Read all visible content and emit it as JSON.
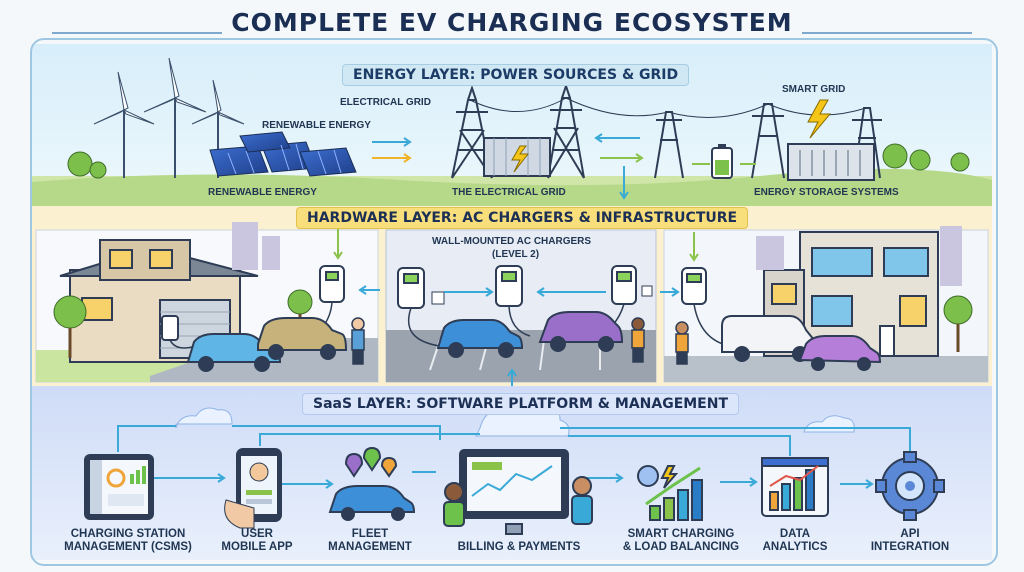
{
  "title": "COMPLETE EV CHARGING ECOSYSTEM",
  "energy_layer": {
    "banner": "ENERGY LAYER: POWER SOURCES & GRID",
    "labels": {
      "electrical_grid_top": "ELECTRICAL GRID",
      "renewable_top": "RENEWABLE ENERGY",
      "smart_grid": "SMART GRID",
      "renewable_bottom": "RENEWABLE ENERGY",
      "electrical_grid_bottom": "THE ELECTRICAL GRID",
      "storage": "ENERGY STORAGE SYSTEMS"
    }
  },
  "hardware_layer": {
    "banner": "HARDWARE LAYER: AC CHARGERS & INFRASTRUCTURE",
    "labels": {
      "wall_mounted_1": "WALL-MOUNTED AC CHARGERS",
      "wall_mounted_2": "(LEVEL 2)"
    }
  },
  "saas_layer": {
    "banner": "SaaS LAYER: SOFTWARE PLATFORM & MANAGEMENT",
    "modules": [
      {
        "line1": "CHARGING STATION",
        "line2": "MANAGEMENT (CSMS)",
        "icon": "tablet-dashboard-icon"
      },
      {
        "line1": "USER",
        "line2": "MOBILE APP",
        "icon": "smartphone-icon"
      },
      {
        "line1": "FLEET",
        "line2": "MANAGEMENT",
        "icon": "fleet-car-icon"
      },
      {
        "line1": "BILLING & PAYMENTS",
        "line2": "",
        "icon": "billing-monitor-icon"
      },
      {
        "line1": "SMART CHARGING",
        "line2": "& LOAD BALANCING",
        "icon": "smart-charging-icon"
      },
      {
        "line1": "DATA",
        "line2": "ANALYTICS",
        "icon": "analytics-chart-icon"
      },
      {
        "line1": "API",
        "line2": "INTEGRATION",
        "icon": "gear-icon"
      }
    ]
  },
  "colors": {
    "navy": "#1b2f55",
    "sky": "#cfe8f4",
    "hardware_band": "#fbeec0",
    "saas_band": "#dbe6fb",
    "accent_green": "#8bc34a",
    "accent_yellow": "#f5c518",
    "connector": "#39a9d8"
  }
}
